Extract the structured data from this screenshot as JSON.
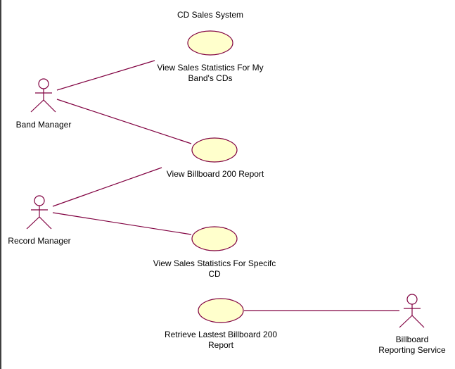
{
  "diagram": {
    "title": "CD Sales System",
    "colors": {
      "stroke": "#800040",
      "usecase_fill": "#FFFFCC",
      "text": "#000000",
      "background": "#FFFFFF"
    },
    "actors": [
      {
        "id": "band-manager",
        "label": "Band Manager"
      },
      {
        "id": "record-manager",
        "label": "Record Manager"
      },
      {
        "id": "billboard-reporting-service",
        "label": "Billboard\nReporting Service"
      }
    ],
    "use_cases": [
      {
        "id": "view-band-stats",
        "label": "View Sales Statistics For My\nBand's CDs"
      },
      {
        "id": "view-billboard-report",
        "label": "View Billboard 200 Report"
      },
      {
        "id": "view-cd-stats",
        "label": "View Sales Statistics For Specifc\nCD"
      },
      {
        "id": "retrieve-billboard-report",
        "label": "Retrieve Lastest Billboard 200\nReport"
      }
    ],
    "associations": [
      {
        "from": "band-manager",
        "to": "view-band-stats"
      },
      {
        "from": "band-manager",
        "to": "view-billboard-report"
      },
      {
        "from": "record-manager",
        "to": "view-billboard-report"
      },
      {
        "from": "record-manager",
        "to": "view-cd-stats"
      },
      {
        "from": "retrieve-billboard-report",
        "to": "billboard-reporting-service"
      }
    ]
  }
}
